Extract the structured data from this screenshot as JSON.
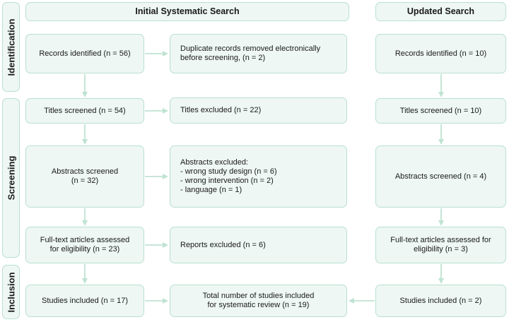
{
  "headers": {
    "initial": "Initial Systematic Search",
    "updated": "Updated Search"
  },
  "stages": {
    "identification": "Identification",
    "screening": "Screening",
    "inclusion": "Inclusion"
  },
  "initial": {
    "records": "Records identified (n = 56)",
    "duplicates": "Duplicate records removed electronically\nbefore screening, (n = 2)",
    "titles_screened": "Titles screened (n = 54)",
    "titles_excluded": "Titles excluded (n = 22)",
    "abstracts_screened": "Abstracts screened\n(n = 32)",
    "abstracts_excluded": "Abstracts excluded:\n- wrong study design (n = 6)\n- wrong intervention (n = 2)\n- language (n = 1)",
    "fulltext": "Full-text articles assessed\nfor eligibility (n = 23)",
    "reports_excluded": "Reports excluded (n = 6)",
    "studies_included": "Studies included (n = 17)"
  },
  "total": "Total number of studies included\nfor systematic review (n = 19)",
  "updated": {
    "records": "Records identified (n = 10)",
    "titles_screened": "Titles screened (n = 10)",
    "abstracts_screened": "Abstracts screened (n = 4)",
    "fulltext": "Full-text articles  assessed for\neligibility (n = 3)",
    "studies_included": "Studies included (n = 2)"
  },
  "colors": {
    "box_fill": "#eef7f3",
    "box_border": "#b9e0cf",
    "arrow": "#bfe3d3"
  }
}
